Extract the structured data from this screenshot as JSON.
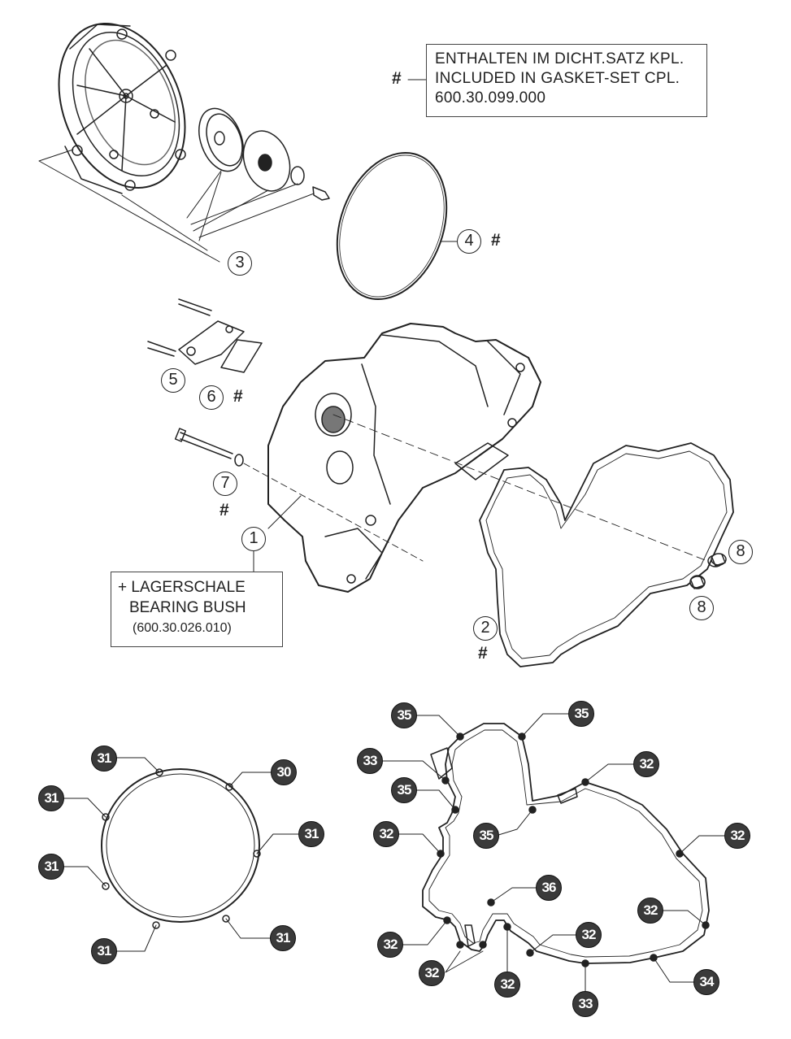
{
  "gasket_note": {
    "line1": "ENTHALTEN IM DICHT.SATZ KPL.",
    "line2": "INCLUDED IN GASKET-SET CPL.",
    "line3": "600.30.099.000",
    "marker": "#"
  },
  "bearing_note": {
    "line1": "+ LAGERSCHALE",
    "line2": "BEARING BUSH",
    "line3": "(600.30.026.010)"
  },
  "hash_mark": "#",
  "parts": {
    "p1": "1",
    "p2": "2",
    "p3": "3",
    "p4": "4",
    "p5": "5",
    "p6": "6",
    "p7": "7",
    "p8a": "8",
    "p8b": "8"
  },
  "cover_gasket_callouts": {
    "c30": "30",
    "c31a": "31",
    "c31b": "31",
    "c31c": "31",
    "c31d": "31",
    "c31e": "31",
    "c31f": "31"
  },
  "case_gasket_callouts": {
    "c35a": "35",
    "c35b": "35",
    "c35c": "35",
    "c35d": "35",
    "c33a": "33",
    "c33b": "33",
    "c32a": "32",
    "c32b": "32",
    "c32c": "32",
    "c32d": "32",
    "c32e": "32",
    "c32f": "32",
    "c32g": "32",
    "c32h": "32",
    "c36": "36",
    "c34": "34"
  },
  "icons": [
    "clutch-cover-icon",
    "engine-case-cover-icon",
    "gasket-icon",
    "o-ring-icon",
    "bolt-icon",
    "bushing-icon"
  ]
}
